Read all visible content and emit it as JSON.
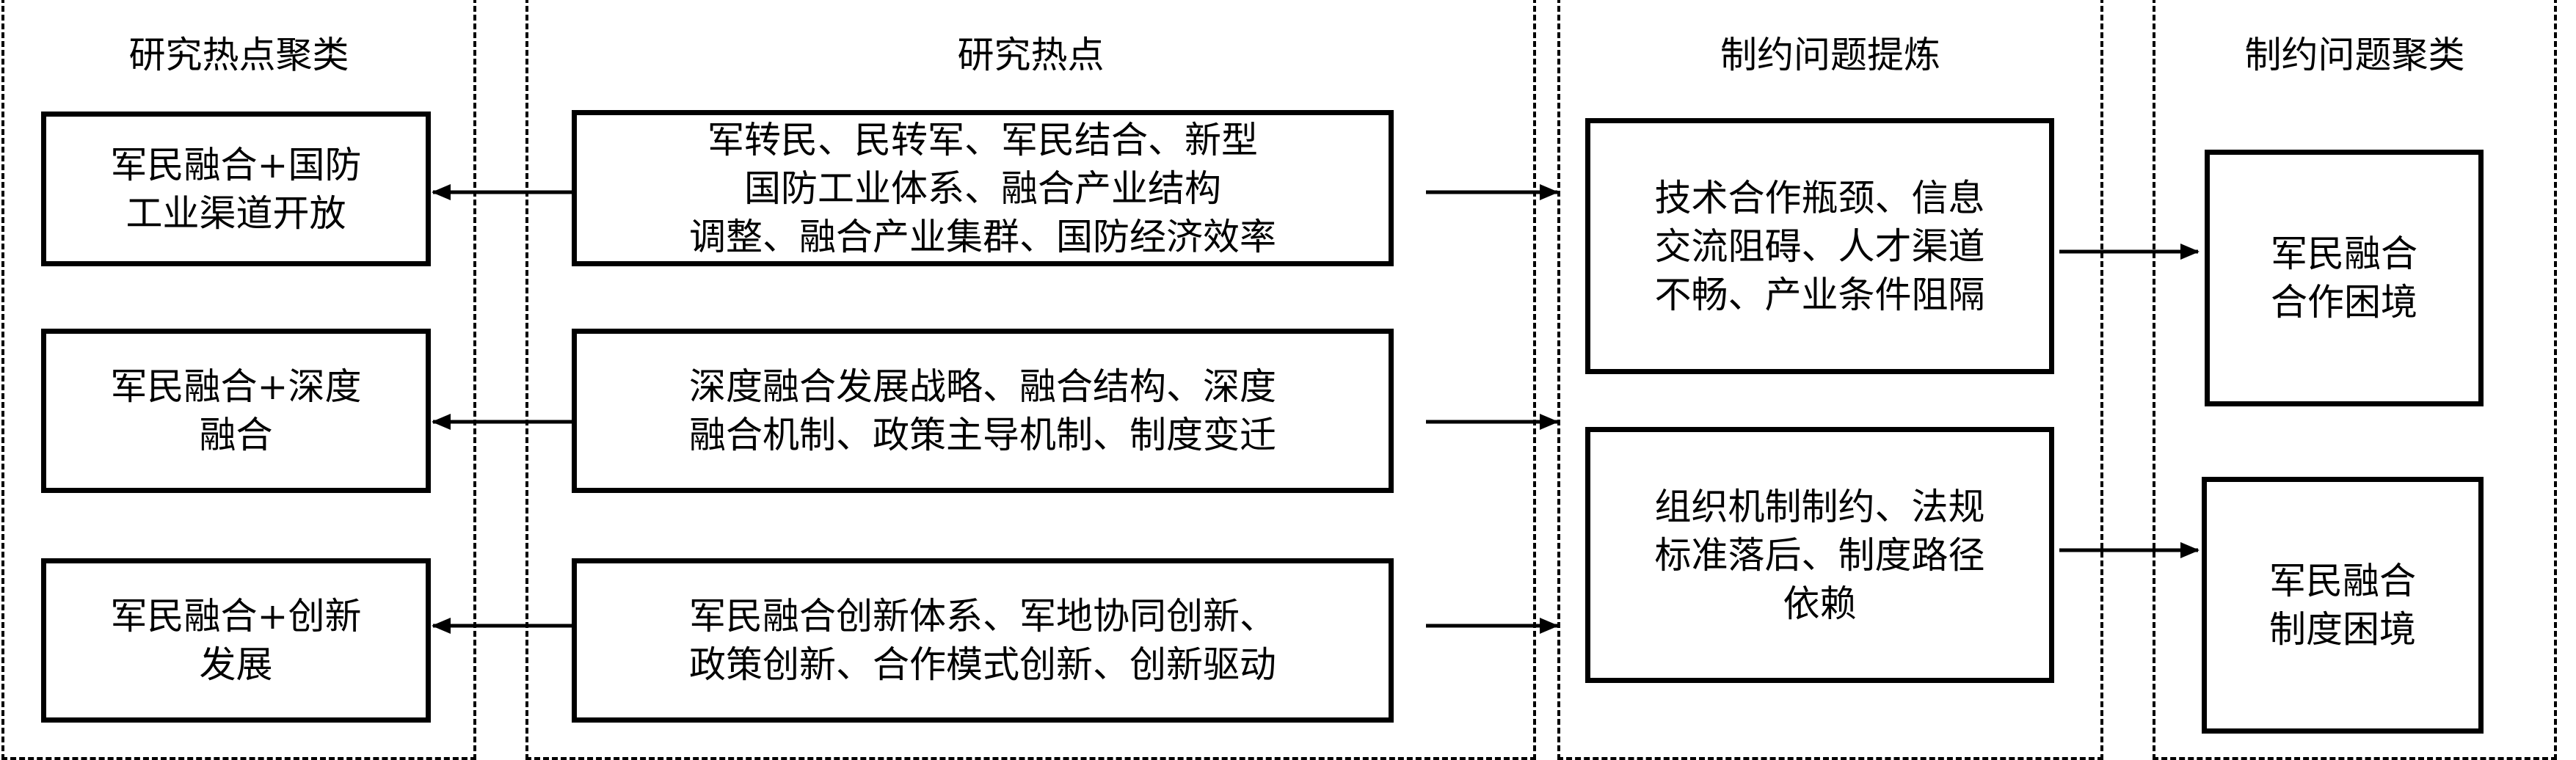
{
  "columns": [
    {
      "title": "研究热点聚类"
    },
    {
      "title": "研究热点"
    },
    {
      "title": "制约问题提炼"
    },
    {
      "title": "制约问题聚类"
    }
  ],
  "clusters": [
    {
      "text": "军民融合+国防\n工业渠道开放"
    },
    {
      "text": "军民融合+深度\n融合"
    },
    {
      "text": "军民融合+创新\n发展"
    }
  ],
  "hotspots": [
    {
      "text": "军转民、民转军、军民结合、新型\n国防工业体系、融合产业结构\n调整、融合产业集群、国防经济效率"
    },
    {
      "text": "深度融合发展战略、融合结构、深度\n融合机制、政策主导机制、制度变迁"
    },
    {
      "text": "军民融合创新体系、军地协同创新、\n政策创新、合作模式创新、创新驱动"
    }
  ],
  "problems": [
    {
      "text": "技术合作瓶颈、信息\n交流阻碍、人才渠道\n不畅、产业条件阻隔"
    },
    {
      "text": "组织机制制约、法规\n标准落后、制度路径\n依赖"
    }
  ],
  "problem_clusters": [
    {
      "text": "军民融合\n合作困境"
    },
    {
      "text": "军民融合\n制度困境"
    }
  ]
}
